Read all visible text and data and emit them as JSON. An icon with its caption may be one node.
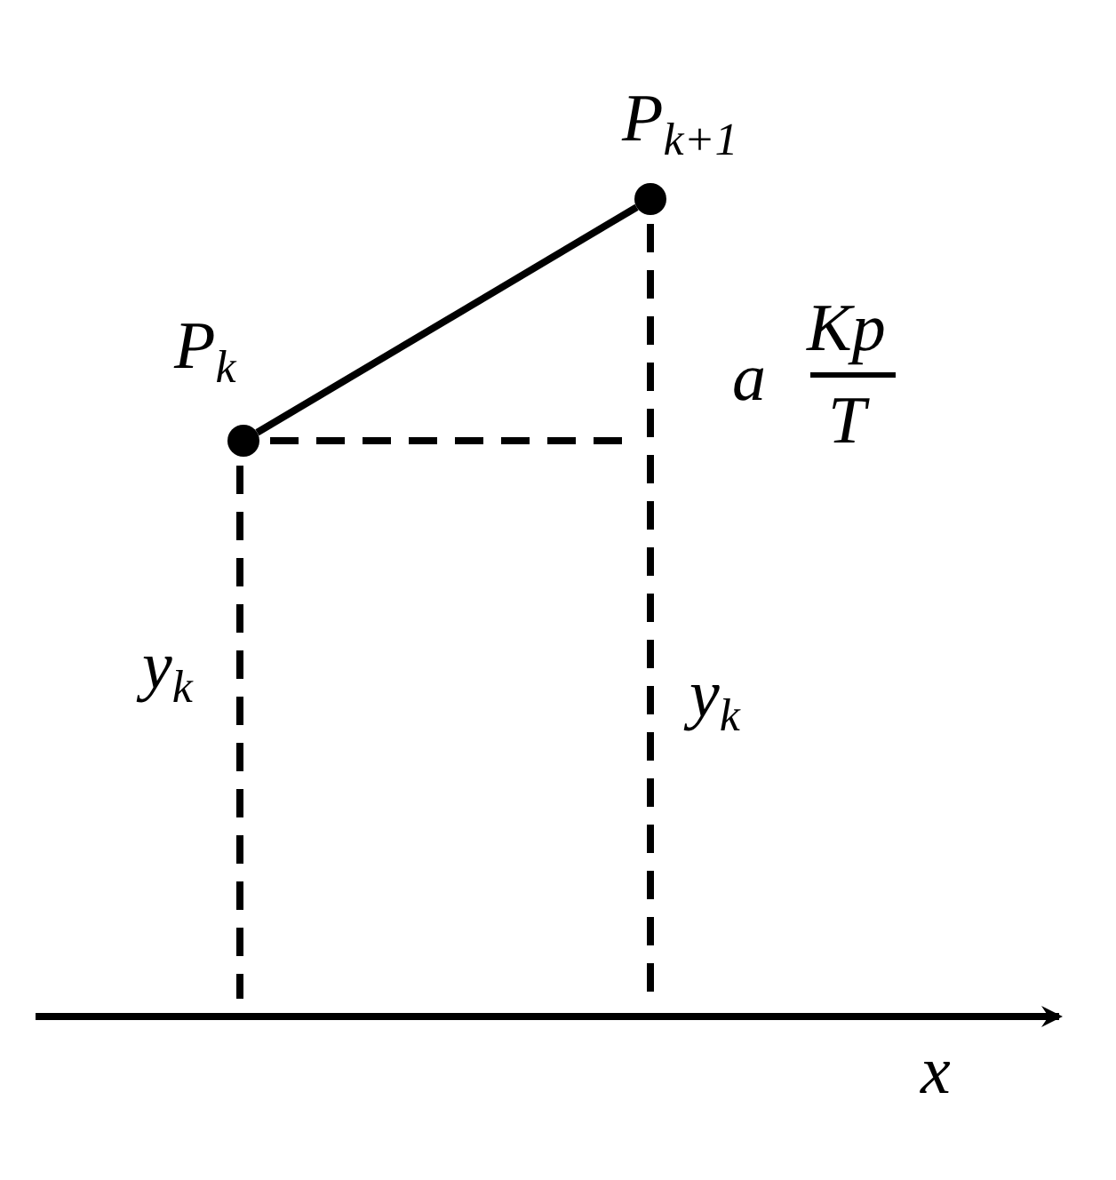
{
  "diagram": {
    "nodes": [
      {
        "text": [],
        "shape": "circle",
        "beside": [
          "P$_{k}$"
        ]
      },
      {
        "text": [],
        "shape": "circle",
        "beside": [
          "P$_{k+1}$"
        ]
      }
    ],
    "edges": [
      {
        "from": 0,
        "to": 1,
        "arrow": "none"
      }
    ],
    "labels": [
      "a",
      "Kp",
      "T",
      "y$_{k}$",
      "y$_{k}$",
      "x"
    ]
  }
}
